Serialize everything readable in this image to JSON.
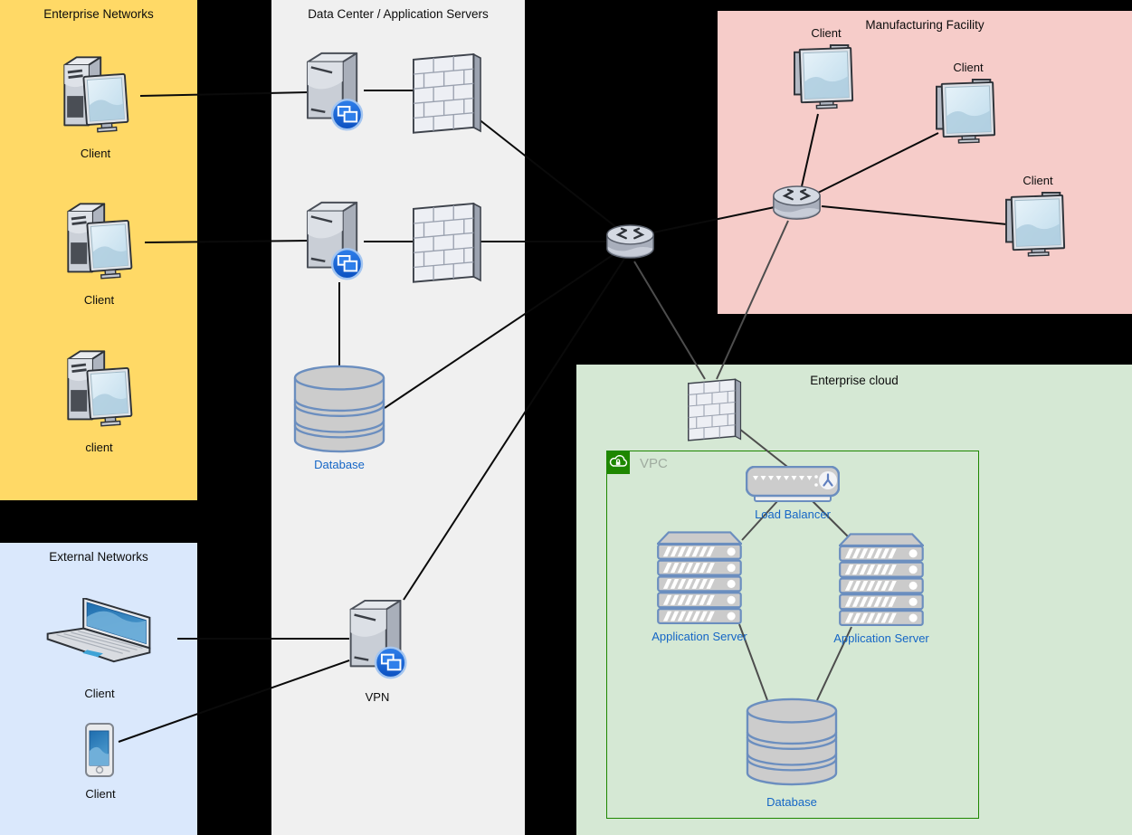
{
  "groups": {
    "enterprise_networks": {
      "title": "Enterprise Networks"
    },
    "data_center": {
      "title": "Data Center / Application Servers"
    },
    "manufacturing_facility": {
      "title": "Manufacturing Facility"
    },
    "external_networks": {
      "title": "External Networks"
    },
    "enterprise_cloud": {
      "title": "Enterprise cloud",
      "vpc_label": "VPC"
    }
  },
  "nodes": {
    "en_client_1": {
      "label": "Client",
      "type": "desktop-client"
    },
    "en_client_2": {
      "label": "Client",
      "type": "desktop-client"
    },
    "en_client_3": {
      "label": "client",
      "type": "desktop-client"
    },
    "dc_server_1": {
      "type": "terminal-server"
    },
    "dc_firewall_1": {
      "type": "firewall"
    },
    "dc_server_2": {
      "type": "terminal-server"
    },
    "dc_firewall_2": {
      "type": "firewall"
    },
    "dc_database": {
      "label": "Database",
      "type": "database"
    },
    "dc_vpn": {
      "label": "VPN",
      "type": "terminal-server"
    },
    "core_router": {
      "type": "router"
    },
    "mfg_router": {
      "type": "router"
    },
    "mfg_client_1": {
      "label": "Client",
      "type": "monitor-client"
    },
    "mfg_client_2": {
      "label": "Client",
      "type": "monitor-client"
    },
    "mfg_client_3": {
      "label": "Client",
      "type": "monitor-client"
    },
    "cloud_firewall": {
      "type": "firewall"
    },
    "cloud_load_balancer": {
      "label": "Load Balancer",
      "type": "load-balancer"
    },
    "cloud_app_server_1": {
      "label": "Application Server",
      "type": "server-rack"
    },
    "cloud_app_server_2": {
      "label": "Application Server",
      "type": "server-rack"
    },
    "cloud_database": {
      "label": "Database",
      "type": "database"
    },
    "ext_laptop": {
      "label": "Client",
      "type": "laptop-client"
    },
    "ext_phone": {
      "label": "Client",
      "type": "mobile-client"
    }
  },
  "edges": [
    {
      "from": "en_client_1",
      "to": "dc_server_1"
    },
    {
      "from": "en_client_2",
      "to": "dc_server_2"
    },
    {
      "from": "dc_server_1",
      "to": "dc_firewall_1"
    },
    {
      "from": "dc_server_2",
      "to": "dc_firewall_2"
    },
    {
      "from": "dc_firewall_1",
      "to": "core_router"
    },
    {
      "from": "dc_firewall_2",
      "to": "core_router"
    },
    {
      "from": "dc_server_2",
      "to": "dc_database"
    },
    {
      "from": "dc_database",
      "to": "core_router"
    },
    {
      "from": "dc_vpn",
      "to": "core_router"
    },
    {
      "from": "ext_laptop",
      "to": "dc_vpn"
    },
    {
      "from": "ext_phone",
      "to": "dc_vpn"
    },
    {
      "from": "core_router",
      "to": "mfg_router"
    },
    {
      "from": "core_router",
      "to": "cloud_firewall"
    },
    {
      "from": "mfg_router",
      "to": "mfg_client_1"
    },
    {
      "from": "mfg_router",
      "to": "mfg_client_2"
    },
    {
      "from": "mfg_router",
      "to": "mfg_client_3"
    },
    {
      "from": "mfg_router",
      "to": "cloud_firewall"
    },
    {
      "from": "cloud_firewall",
      "to": "cloud_load_balancer"
    },
    {
      "from": "cloud_load_balancer",
      "to": "cloud_app_server_1"
    },
    {
      "from": "cloud_load_balancer",
      "to": "cloud_app_server_2"
    },
    {
      "from": "cloud_app_server_1",
      "to": "cloud_database"
    },
    {
      "from": "cloud_app_server_2",
      "to": "cloud_database"
    }
  ],
  "colors": {
    "background": "#000000",
    "zone_enterprise_networks": "#FFD966",
    "zone_data_center": "#F0F0F0",
    "zone_manufacturing": "#F6CCC9",
    "zone_external": "#DAE8FC",
    "zone_cloud": "#D5E8D4",
    "vpc_green": "#1E8700",
    "shape_stroke_blue": "#6B8EBF",
    "shape_fill_gray": "#CCCCCC",
    "label_blue": "#1566C6",
    "edge_black": "#0A0A0A",
    "edge_gray": "#4D4D4D"
  }
}
